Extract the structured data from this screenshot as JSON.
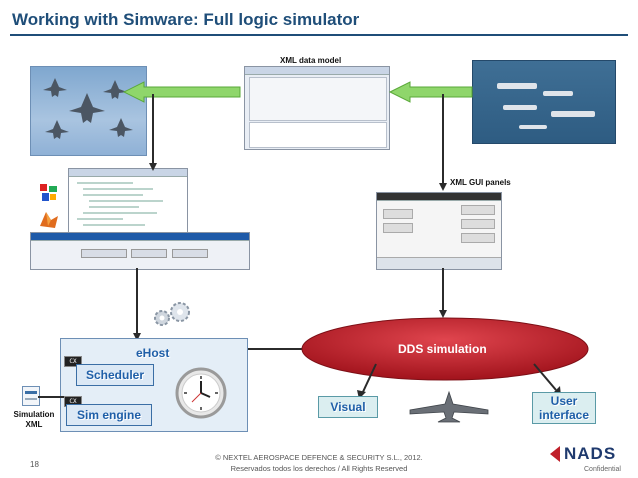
{
  "title": "Working with Simware: Full logic simulator",
  "labels": {
    "xml_data_model": "XML data model",
    "xml_gui_panels": "XML GUI panels",
    "dds_simulation": "DDS simulation",
    "ehost": "eHost",
    "scheduler": "Scheduler",
    "sim_engine": "Sim engine",
    "visual": "Visual",
    "user_interface": "User interface",
    "simulation_xml": "Simulation XML",
    "cx": "CX"
  },
  "footer": {
    "line1": "© NEXTEL AEROSPACE DEFENCE & SECURITY S.L., 2012.",
    "line2": "Reservados todos los derechos / All Rights Reserved",
    "page_number": "18",
    "brand": "NADS",
    "confidential": "Confidential"
  },
  "colors": {
    "title": "#1f4e79",
    "dds_ellipse": "#c0202a",
    "ehost_panel": "#e4eef7",
    "arrow_green": "#8fd66b"
  }
}
